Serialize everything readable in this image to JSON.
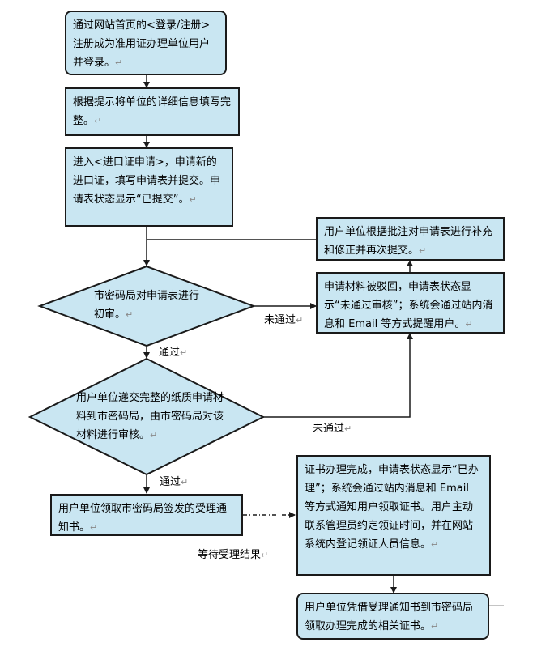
{
  "nodes": {
    "login": "通过网站首页的<登录/注册>注册成为准用证办理单位用户并登录。",
    "fill_info": "根据提示将单位的详细信息填写完整。",
    "apply": "进入<进口证申请>，申请新的进口证，填写申请表并提交。申请表状态显示“已提交”。",
    "supplement": "用户单位根据批注对申请表进行补充和修正并再次提交。",
    "rejected": "申请材料被驳回，申请表状态显示“未通过审核”；系统会通过站内消息和 Email 等方式提醒用户。",
    "preliminary_review": "市密码局对申请表进行初审。",
    "paper_review": "用户单位递交完整的纸质申请材料到市密码局，由市密码局对该材料进行审核。",
    "receive_notice": "用户单位领取市密码局签发的受理通知书。",
    "certificate_done": "证书办理完成，申请表状态显示“已办理”；系统会通过站内消息和 Email 等方式通知用户领取证书。用户主动联系管理员约定领证时间，并在网站系统内登记领证人员信息。",
    "collect_certificate": "用户单位凭借受理通知书到市密码局领取办理完成的相关证书。"
  },
  "edge_labels": {
    "not_passed_1": "未通过",
    "passed_1": "通过",
    "not_passed_2": "未通过",
    "passed_2": "通过",
    "wait_result": "等待受理结果"
  },
  "paragraph_mark": "↵",
  "colors": {
    "fill": "#c9e6f2",
    "stroke": "#1a1a1a"
  }
}
